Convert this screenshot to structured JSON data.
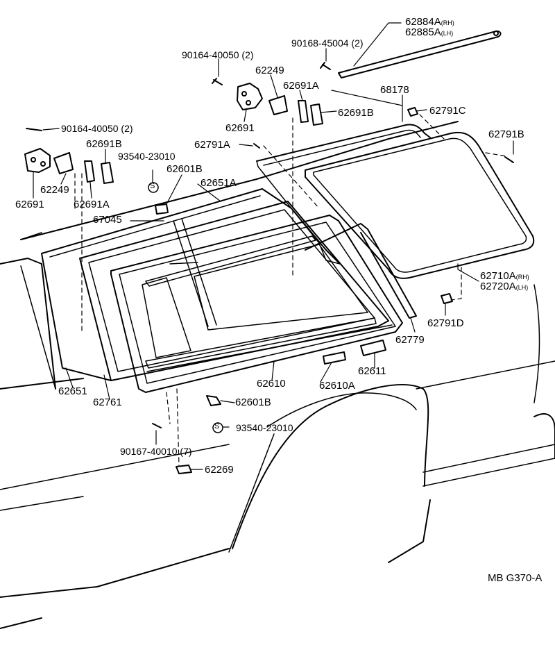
{
  "diagram": {
    "reference_code": "MB G370-A",
    "callouts": {
      "p62884A": "62884A",
      "p62884A_side": "(RH)",
      "p62885A": "62885A",
      "p62885A_side": "(LH)",
      "p90168_45004": "90168-45004 (2)",
      "p90164_40050_top": "90164-40050 (2)",
      "p62249_top": "62249",
      "p62691A_top": "62691A",
      "p68178": "68178",
      "p62691B_top": "62691B",
      "p62791C": "62791C",
      "p62691_top": "62691",
      "p62791B": "62791B",
      "p62791A": "62791A",
      "p90164_40050_left": "90164-40050 (2)",
      "p62691B_left": "62691B",
      "p93540_23010_top": "93540-23010",
      "p62601B_top": "62601B",
      "p62651A": "62651A",
      "p62249_left": "62249",
      "p62691_left": "62691",
      "p62691A_left": "62691A",
      "p67045": "67045",
      "p62710A": "62710A",
      "p62710A_side": "(RH)",
      "p62720A": "62720A",
      "p62720A_side": "(LH)",
      "p62791D": "62791D",
      "p62779": "62779",
      "p62611": "62611",
      "p62651": "62651",
      "p62610": "62610",
      "p62610A": "62610A",
      "p62761": "62761",
      "p62601B_bottom": "62601B",
      "p93540_23010_bottom": "93540-23010",
      "p90167_40010": "90167-40010 (7)",
      "p62269": "62269",
      "s_symbol": "S"
    }
  }
}
